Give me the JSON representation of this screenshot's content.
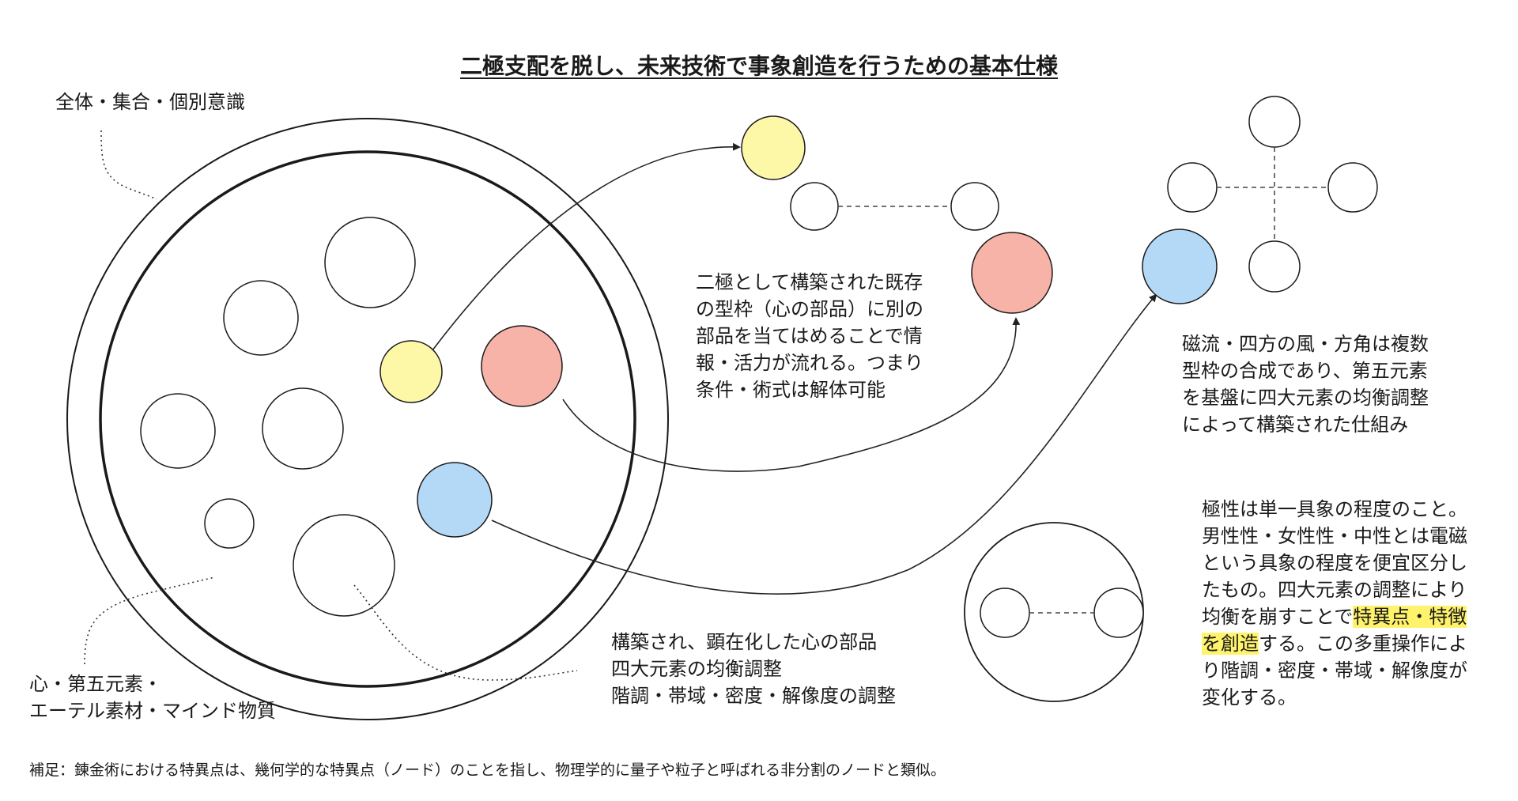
{
  "title": "二極支配を脱し、未来技術で事象創造を行うための基本仕様",
  "labels": {
    "whole_collective_individual": "全体・集合・個別意識",
    "heart_material": [
      "心・第五元素・",
      "エーテル素材・マインド物質"
    ],
    "constructed_parts": [
      "構築され、顕在化した心の部品",
      "四大元素の均衡調整",
      "階調・帯域・密度・解像度の調整"
    ],
    "binary_explanation": [
      "二極として構築された既存",
      "の型枠（心の部品）に別の",
      "部品を当てはめることで情",
      "報・活力が流れる。つまり",
      "条件・術式は解体可能"
    ],
    "magnetic_flow": [
      "磁流・四方の風・方角は複数",
      "型枠の合成であり、第五元素",
      "を基盤に四大元素の均衡調整",
      "によって構築された仕組み"
    ],
    "polarity": {
      "line1": "極性は単一具象の程度のこと。",
      "line2": "男性性・女性性・中性とは電磁",
      "line3": "という具象の程度を便宜区分し",
      "line4": "たもの。四大元素の調整により",
      "line5_pre": "均衡を崩すことで",
      "line5_hl": "特異点・特徴",
      "line6_hl": "を創造",
      "line6_post": "する。この多重操作によ",
      "line7": "り階調・密度・帯域・解像度が",
      "line8": "変化する。"
    },
    "footnote": "補足：錬金術における特異点は、幾何学的な特異点（ノード）のことを指し、物理学的に量子や粒子と呼ばれる非分割のノードと類似。"
  },
  "colors": {
    "yellow": "#fdf7a8",
    "red": "#f8b3a9",
    "blue": "#b4d9f7",
    "highlight": "#fff36b",
    "stroke": "#1a1a1a"
  }
}
